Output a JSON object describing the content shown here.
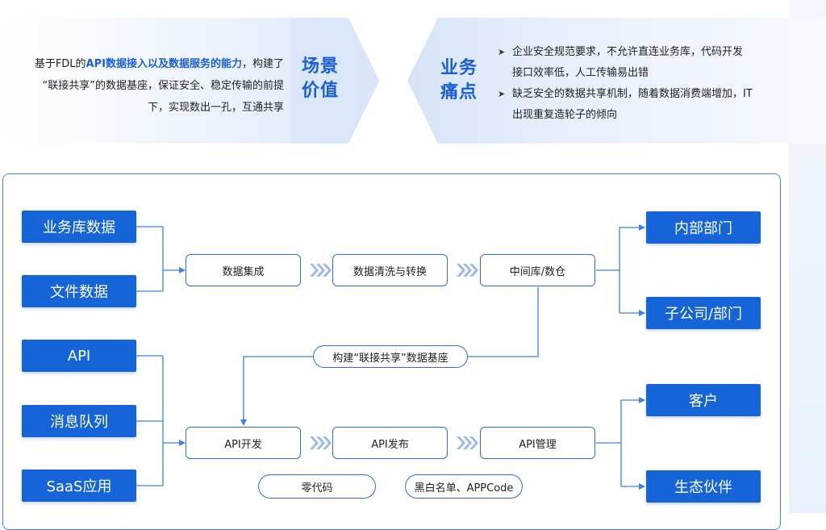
{
  "banner": {
    "value_title_line1": "场景",
    "value_title_line2": "价值",
    "value_text_pre": "基于FDL的",
    "value_text_highlight": "API数据接入以及数据服务的能力",
    "value_text_mid": "，构建了",
    "value_text_line2": "“联接共享”的数据基座，保证安全、稳定传输的前提",
    "value_text_line3": "下，实现数出一孔，互通共享",
    "pain_title_line1": "业务",
    "pain_title_line2": "痛点",
    "pain_items": [
      {
        "line1": "企业安全规范要求，不允许直连业务库，代码开发",
        "line2": "接口效率低，人工传输易出错"
      },
      {
        "line1": "缺乏安全的数据共享机制，随着数据消费端增加，IT",
        "line2": "出现重复造轮子的倾向"
      }
    ],
    "bullet": "➤"
  },
  "sources": [
    "业务库数据",
    "文件数据",
    "API",
    "消息队列",
    "SaaS应用"
  ],
  "pipeline_top": [
    "数据集成",
    "数据清洗与转换",
    "中间库/数仓"
  ],
  "pipeline_bottom": [
    "API开发",
    "API发布",
    "API管理"
  ],
  "center_label": "构建“联接共享”数据基座",
  "bottom_tags": [
    "零代码",
    "黑白名单、APPCode"
  ],
  "targets_top": [
    "内部部门",
    "子公司/部门"
  ],
  "targets_bottom": [
    "客户",
    "生态伙伴"
  ],
  "colors": {
    "accent": "#1565d8",
    "line": "#3f7fe8",
    "banner_bg": "#e6eefa"
  }
}
